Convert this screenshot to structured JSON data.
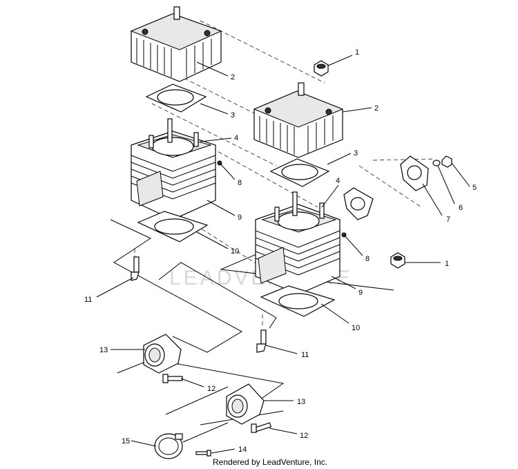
{
  "watermark": "LEADVENTURE",
  "credit": "Rendered by LeadVenture, Inc.",
  "callouts": {
    "c1a": "1",
    "c1b": "1",
    "c2a": "2",
    "c2b": "2",
    "c3a": "3",
    "c3b": "3",
    "c4a": "4",
    "c4b": "4",
    "c5": "5",
    "c6": "6",
    "c7": "7",
    "c8a": "8",
    "c8b": "8",
    "c9a": "9",
    "c9b": "9",
    "c10a": "10",
    "c10b": "10",
    "c11a": "11",
    "c11b": "11",
    "c12a": "12",
    "c12b": "12",
    "c13a": "13",
    "c13b": "13",
    "c14": "14",
    "c15": "15"
  }
}
